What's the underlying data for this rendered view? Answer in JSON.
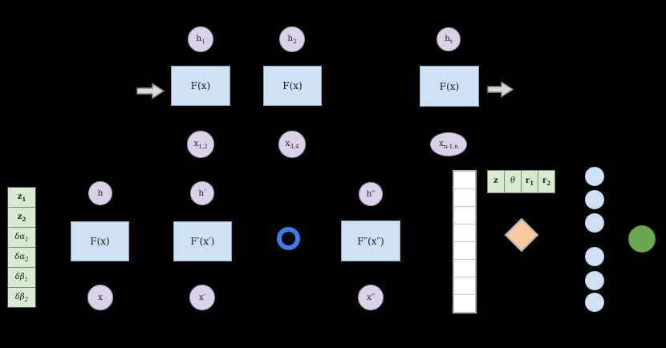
{
  "theme": {
    "bg": "#000000",
    "block_fill": "#cfe2f3",
    "block_border": "#8da7be",
    "node_fill": "#d9d2e9",
    "node_border": "#a59cb5",
    "green_fill": "#d9ead3",
    "green_border": "#7d8f6e",
    "arrow_fill": "#d9d9d9",
    "arrow_border": "#8a8a8a",
    "ring": "#3d7ce8",
    "diamond_fill": "#f8ca9d",
    "diamond_border": "#b5b5b5",
    "cell_fill": "#ffffff",
    "cell_border": "#b3b3b3",
    "dot_fill": "#cfe2f3",
    "dot_border": "#bad2e8",
    "final_fill": "#6aa84f"
  },
  "unrolled": {
    "blocks": [
      {
        "top": {
          "base": "h",
          "sub": "1"
        },
        "fn": "F(x)",
        "bottom": {
          "base": "x",
          "sub": "1,2"
        }
      },
      {
        "top": {
          "base": "h",
          "sub": "2"
        },
        "fn": "F(x)",
        "bottom": {
          "base": "x",
          "sub": "3,4"
        }
      },
      {
        "top": {
          "base": "h",
          "sub": "t"
        },
        "fn": "F(x)",
        "bottom": {
          "base": "x",
          "sub": "n-1,n"
        }
      }
    ]
  },
  "stacked": {
    "blocks": [
      {
        "top": "h",
        "fn": "F(x)",
        "bottom": "x"
      },
      {
        "top": "h′",
        "fn": "F′(x′)",
        "bottom": "x′"
      },
      {
        "top": "h″",
        "fn": "F″(x″)",
        "bottom": "x″"
      }
    ]
  },
  "param_table": {
    "rows": [
      {
        "base": "z",
        "sub": "1"
      },
      {
        "base": "z",
        "sub": "2"
      },
      {
        "base": "δα",
        "sub": "1"
      },
      {
        "base": "δα",
        "sub": "2"
      },
      {
        "base": "δβ",
        "sub": "1"
      },
      {
        "base": "δβ",
        "sub": "2"
      }
    ]
  },
  "gate_row": {
    "cells": [
      {
        "base": "z",
        "sub": ""
      },
      {
        "base": "θ",
        "sub": ""
      },
      {
        "base": "r",
        "sub": "1"
      },
      {
        "base": "r",
        "sub": "2"
      }
    ]
  },
  "memory_column": {
    "cell_count": 8
  },
  "output_column": {
    "dot_count": 6
  }
}
